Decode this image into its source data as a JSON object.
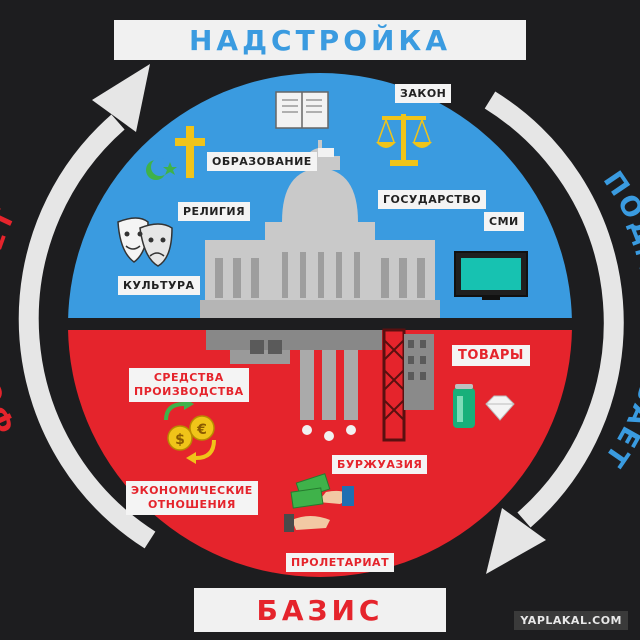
{
  "header": {
    "title": "НАДСТРОЙКА"
  },
  "footer": {
    "title": "БАЗИС"
  },
  "arrows": {
    "left": "ФОРМИРУЕТ",
    "right": "ПОДДЕРЖИВАЕТ"
  },
  "superstructure": {
    "items": {
      "law": "ЗАКОН",
      "education": "ОБРАЗОВАНИЕ",
      "religion": "РЕЛИГИЯ",
      "state": "ГОСУДАРСТВО",
      "media": "СМИ",
      "culture": "КУЛЬТУРА"
    }
  },
  "base": {
    "items": {
      "means": "СРЕДСТВА\nПРОИЗВОДСТВА",
      "goods": "ТОВАРЫ",
      "bourgeoisie": "БУРЖУАЗИЯ",
      "relations": "ЭКОНОМИЧЕСКИЕ\nОТНОШЕНИЯ",
      "proletariat": "ПРОЛЕТАРИАТ"
    }
  },
  "watermark": "YAPLAKAL.COM",
  "colors": {
    "blue": "#3a9be0",
    "red": "#e5242c",
    "background": "#1d1d1f",
    "arrow": "#e8e8e8"
  },
  "icons": [
    "book-icon",
    "scales-icon",
    "cross-icon",
    "crescent-icon",
    "capitol-icon",
    "tv-icon",
    "theatre-masks-icon",
    "factory-icon",
    "soda-can-icon",
    "diamond-icon",
    "currency-exchange-icon",
    "money-handshake-icon"
  ]
}
